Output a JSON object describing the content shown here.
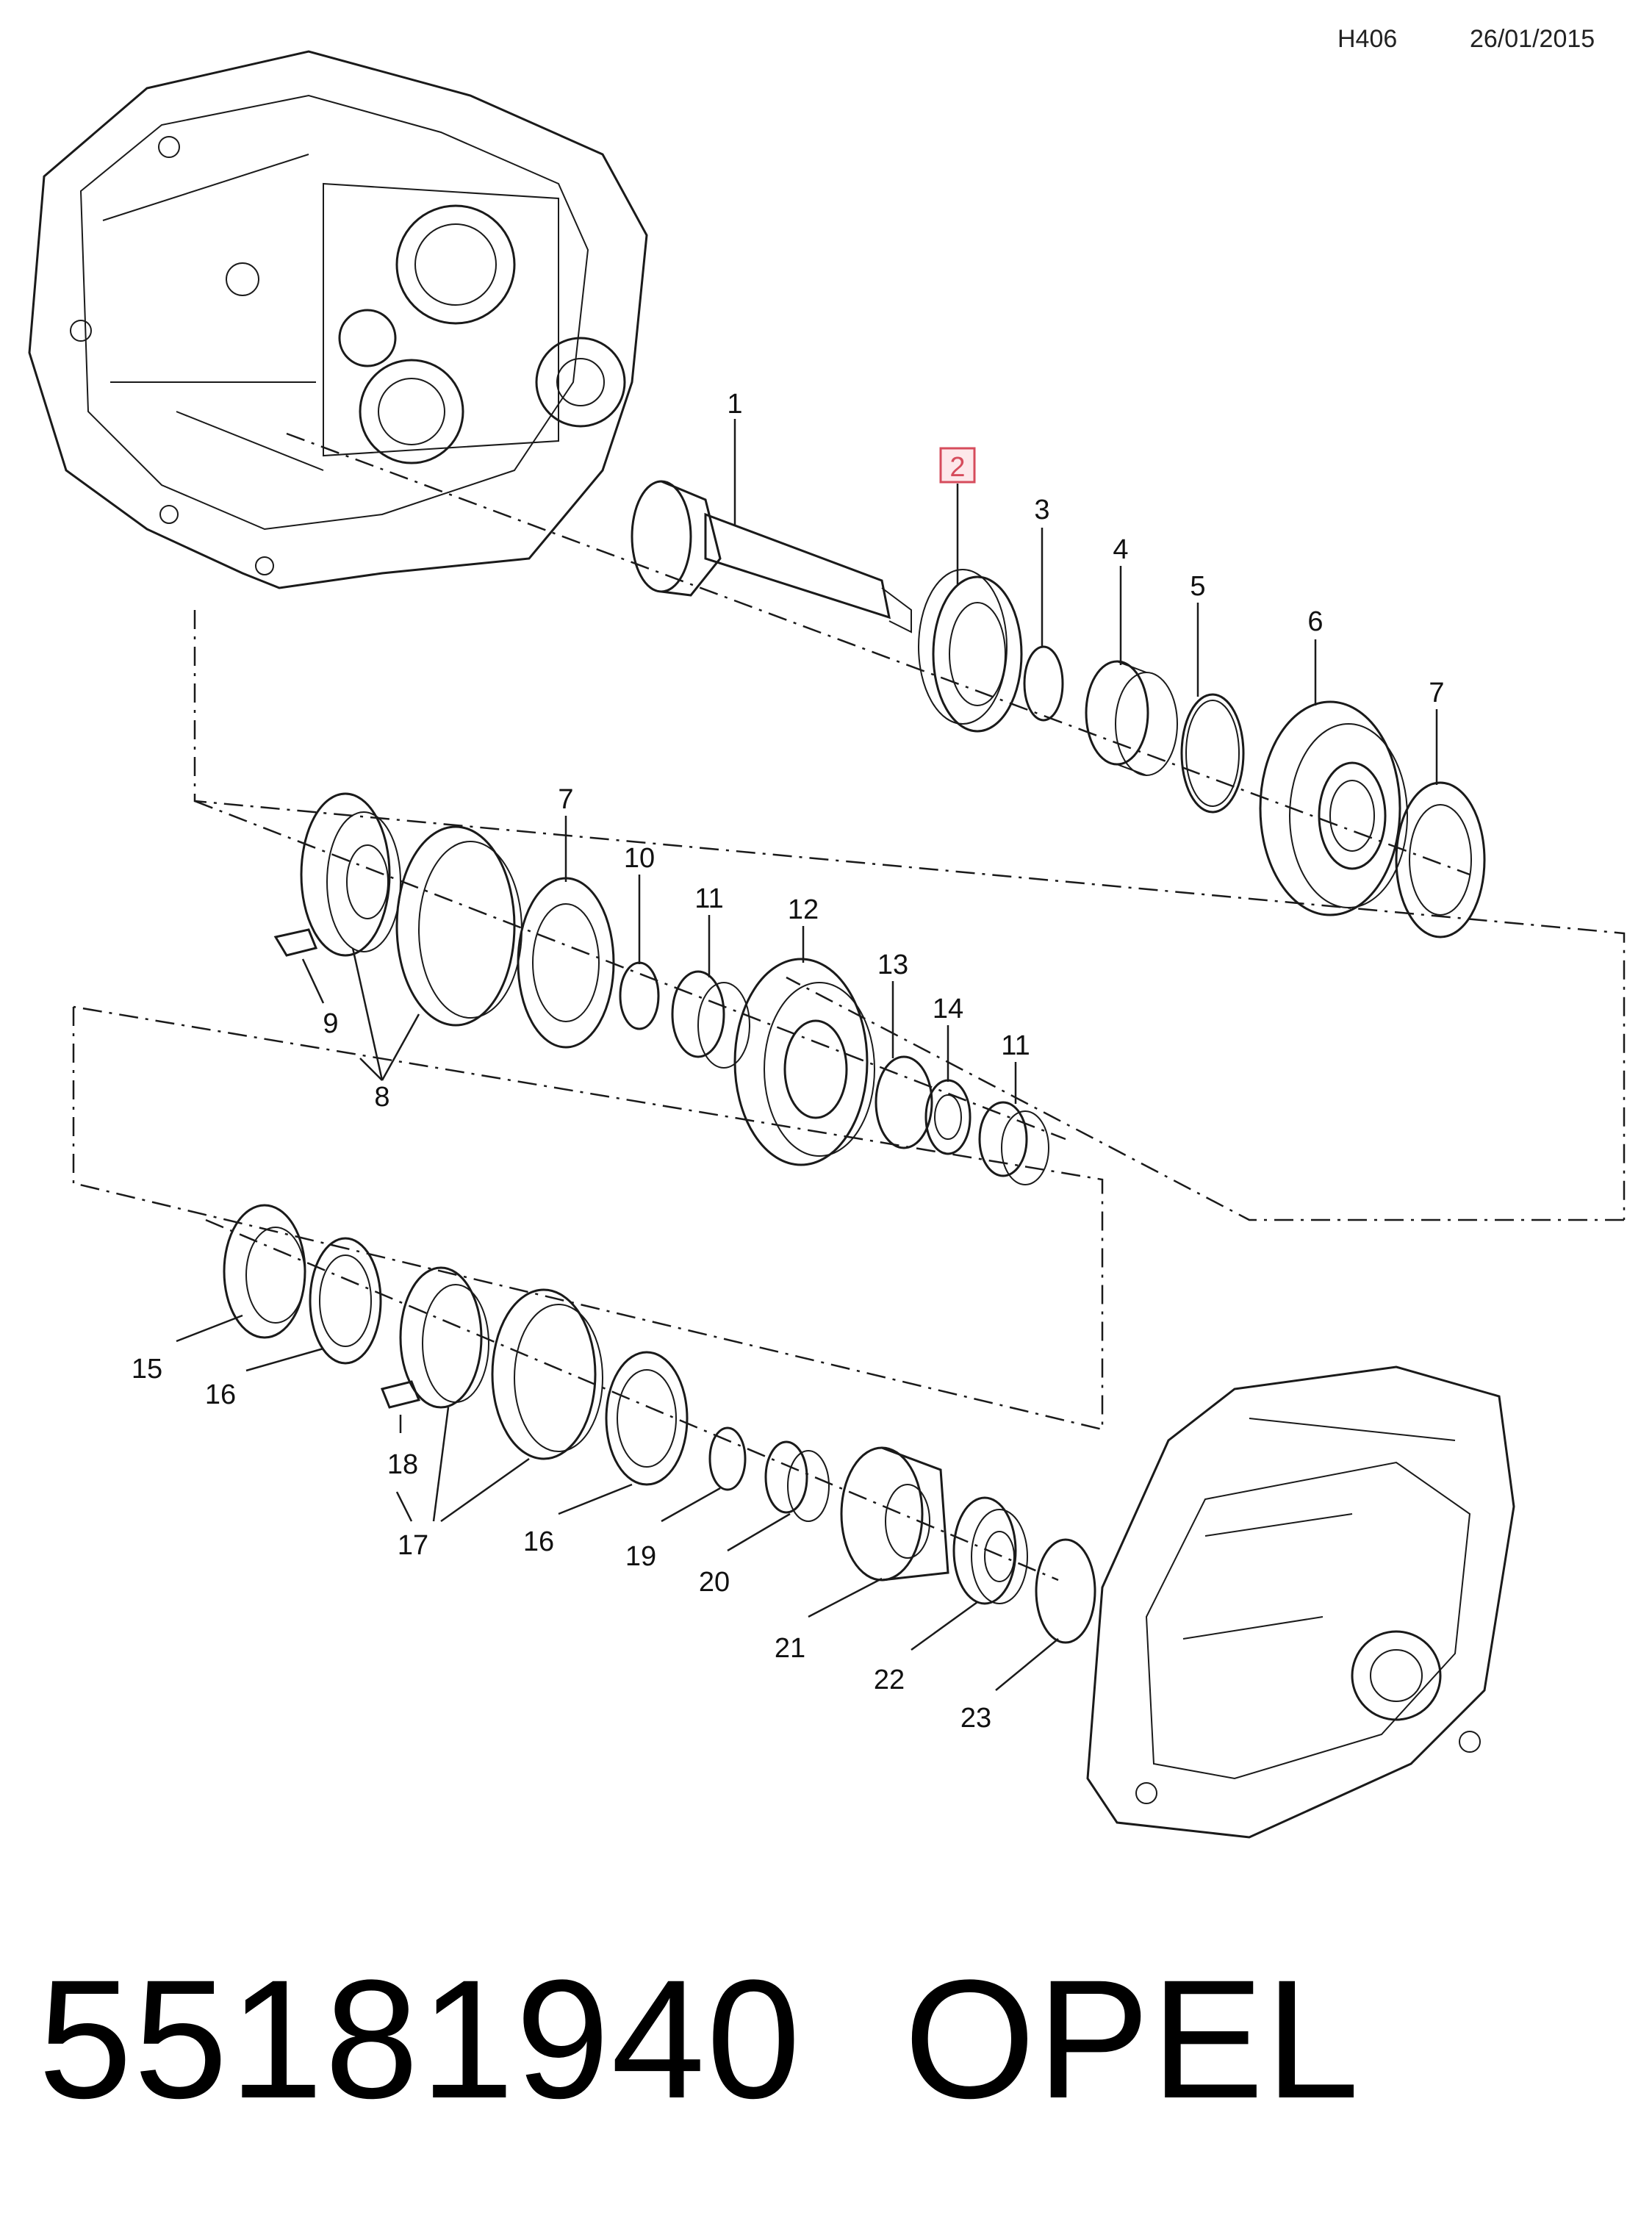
{
  "header": {
    "code": "H406",
    "date": "26/01/2015"
  },
  "callouts": [
    {
      "id": "c1",
      "label": "1"
    },
    {
      "id": "c2",
      "label": "2",
      "highlighted": true
    },
    {
      "id": "c3",
      "label": "3"
    },
    {
      "id": "c4",
      "label": "4"
    },
    {
      "id": "c5",
      "label": "5"
    },
    {
      "id": "c6",
      "label": "6"
    },
    {
      "id": "c7a",
      "label": "7"
    },
    {
      "id": "c7b",
      "label": "7"
    },
    {
      "id": "c8",
      "label": "8"
    },
    {
      "id": "c9",
      "label": "9"
    },
    {
      "id": "c10",
      "label": "10"
    },
    {
      "id": "c11a",
      "label": "11"
    },
    {
      "id": "c12",
      "label": "12"
    },
    {
      "id": "c13",
      "label": "13"
    },
    {
      "id": "c14",
      "label": "14"
    },
    {
      "id": "c11b",
      "label": "11"
    },
    {
      "id": "c15",
      "label": "15"
    },
    {
      "id": "c16a",
      "label": "16"
    },
    {
      "id": "c18",
      "label": "18"
    },
    {
      "id": "c17",
      "label": "17"
    },
    {
      "id": "c16b",
      "label": "16"
    },
    {
      "id": "c19",
      "label": "19"
    },
    {
      "id": "c20",
      "label": "20"
    },
    {
      "id": "c21",
      "label": "21"
    },
    {
      "id": "c22",
      "label": "22"
    },
    {
      "id": "c23",
      "label": "23"
    }
  ],
  "highlight_color": "#d64c5c",
  "footer": {
    "part_number": "55181940",
    "brand": "OPEL"
  }
}
